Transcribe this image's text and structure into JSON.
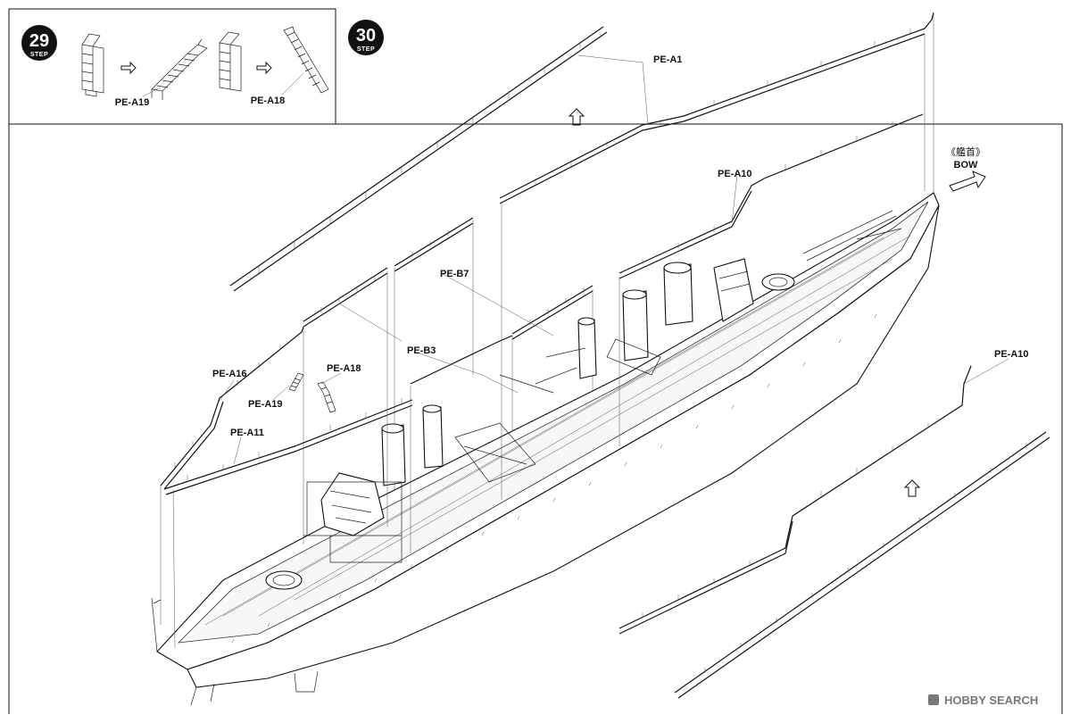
{
  "labels": {
    "pe_a1": "PE-A1",
    "pe_a10_top": "PE-A10",
    "pe_a10_right": "PE-A10",
    "pe_b7": "PE-B7",
    "pe_b3": "PE-B3",
    "pe_a16": "PE-A16",
    "pe_a19": "PE-A19",
    "pe_a18": "PE-A18",
    "pe_a11": "PE-A11",
    "inset_pe_a19": "PE-A19",
    "inset_pe_a18": "PE-A18"
  },
  "steps": {
    "step_a_number": "29",
    "step_b_number": "30",
    "step_word": "STEP"
  },
  "bow": {
    "japanese": "《艦首》",
    "english": "BOW",
    "icon": "bow-direction-arrow-icon"
  },
  "watermark": {
    "text": "HOBBY SEARCH",
    "icon": "hobby-search-logo-icon"
  },
  "colors": {
    "ink": "#111111",
    "background": "#ffffff",
    "watermark": "#777777"
  }
}
